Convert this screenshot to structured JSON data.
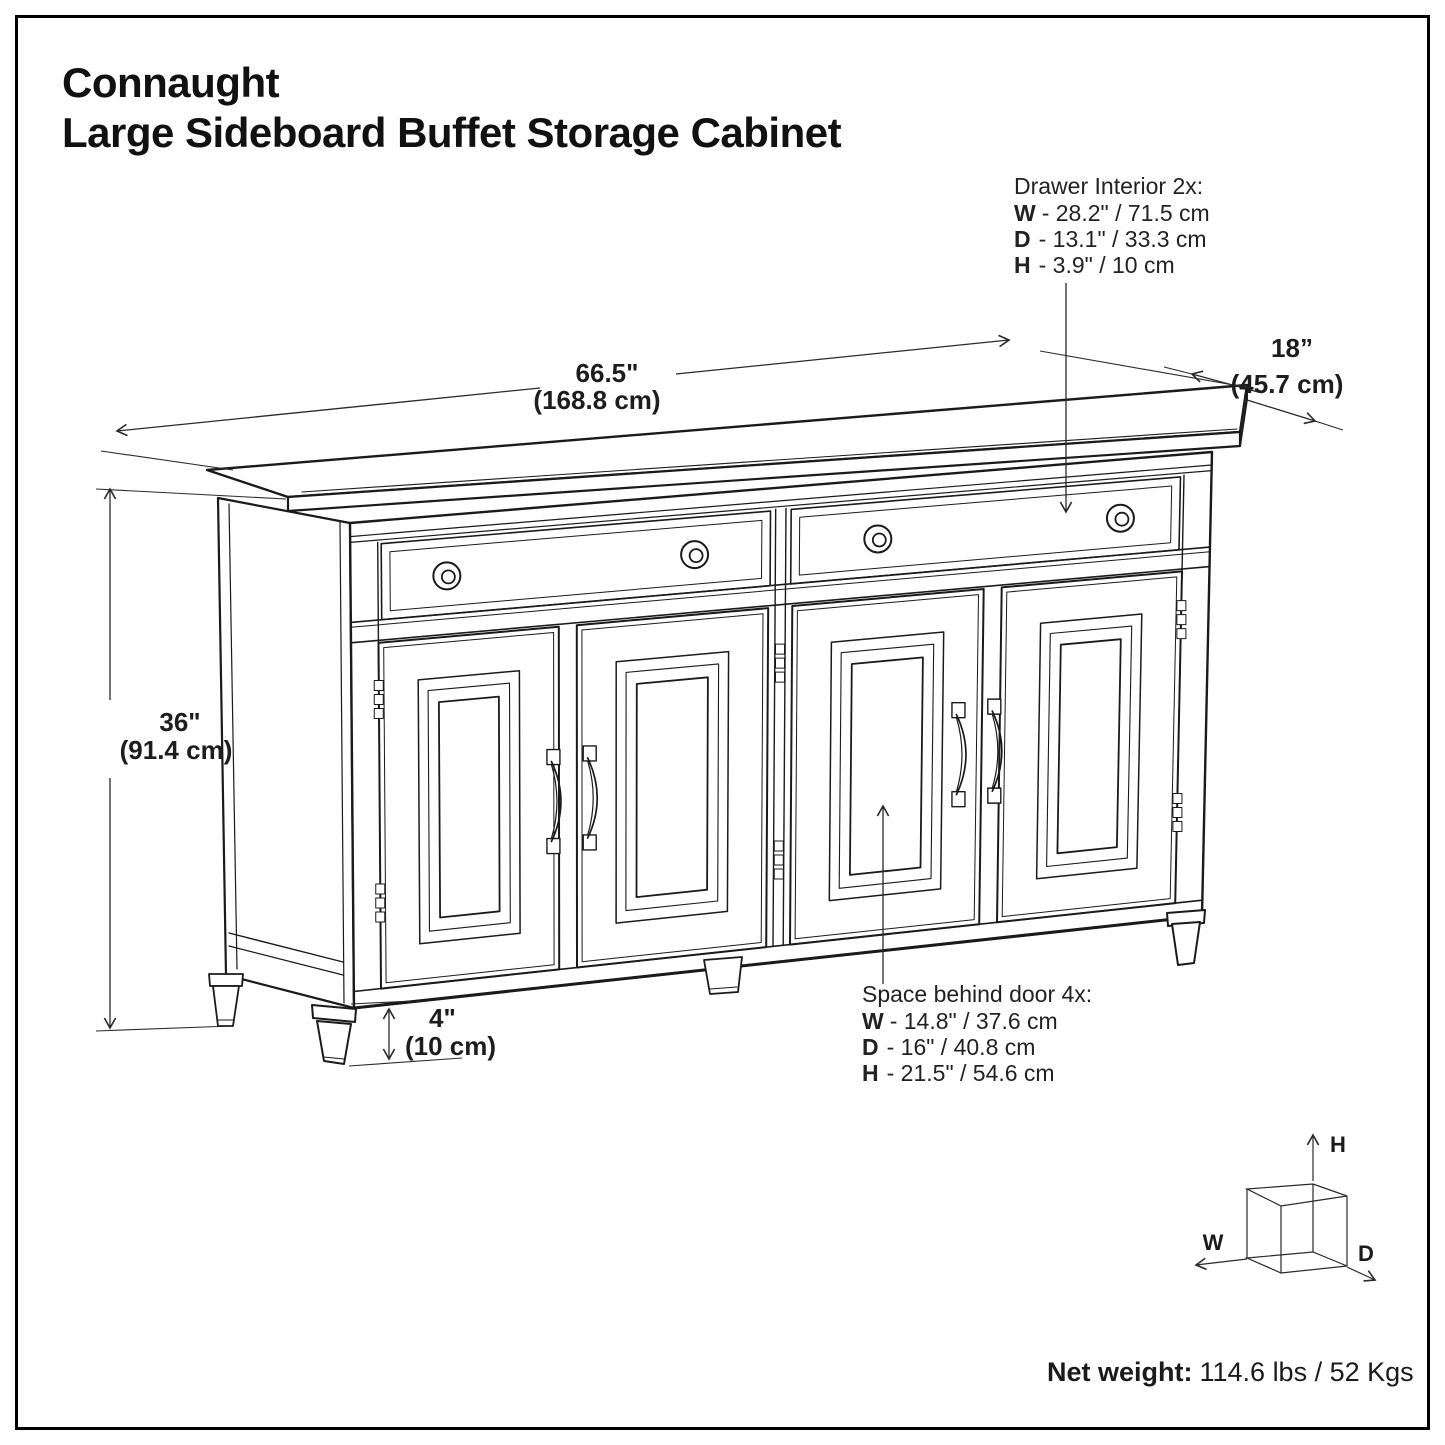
{
  "title": {
    "line1": "Connaught",
    "line2": "Large Sideboard Buffet Storage Cabinet"
  },
  "dimensions": {
    "width": {
      "value": "66.5\"",
      "metric": "(168.8 cm)"
    },
    "depth": {
      "value": "18”",
      "metric": "(45.7 cm)"
    },
    "height": {
      "value": "36\"",
      "metric": "(91.4 cm)"
    },
    "leg_height": {
      "value": "4\"",
      "metric": "(10 cm)"
    }
  },
  "callouts": {
    "drawer_interior": {
      "heading": "Drawer Interior 2x:",
      "rows": [
        {
          "label": "W",
          "value": "- 28.2\" / 71.5 cm"
        },
        {
          "label": "D",
          "value": "- 13.1\" / 33.3 cm"
        },
        {
          "label": "H",
          "value": "- 3.9\" / 10 cm"
        }
      ]
    },
    "door_space": {
      "heading": "Space behind door 4x:",
      "rows": [
        {
          "label": "W",
          "value": "- 14.8\" / 37.6 cm"
        },
        {
          "label": "D",
          "value": "- 16\" / 40.8 cm"
        },
        {
          "label": "H",
          "value": "- 21.5\" / 54.6 cm"
        }
      ]
    }
  },
  "axis_cube": {
    "height_label": "H",
    "width_label": "W",
    "depth_label": "D"
  },
  "net_weight": {
    "label": "Net weight:",
    "value": "114.6 lbs / 52 Kgs"
  },
  "colors": {
    "line": "#1a1a1a",
    "dimension": "#2a2a2a",
    "background": "#ffffff"
  }
}
